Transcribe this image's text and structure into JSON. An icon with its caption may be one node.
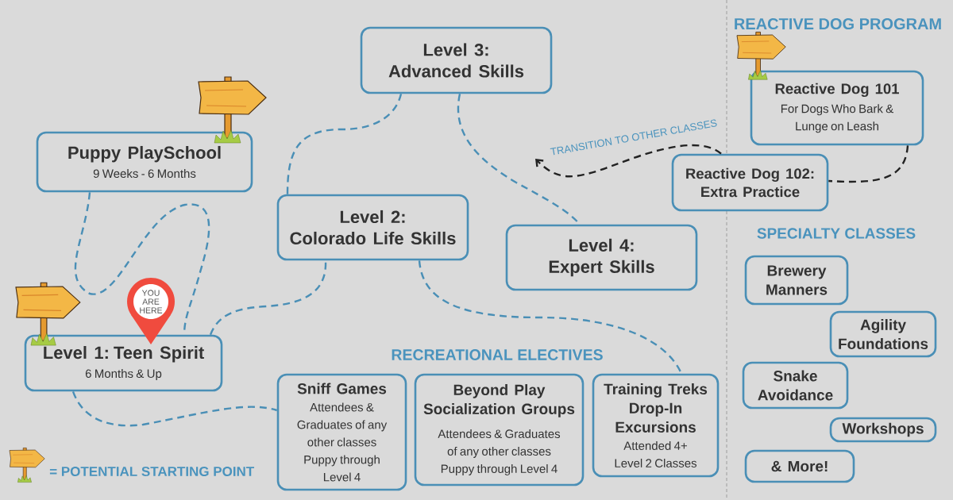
{
  "diagram": {
    "nodes": [
      {
        "text": [
          "Puppy PlaySchool",
          "9 Weeks - 6 Months"
        ]
      },
      {
        "text": [
          "YOU ARE HERE"
        ]
      },
      {
        "text": [
          "Level 1: Teen Spirit",
          "6 Months & Up"
        ]
      },
      {
        "text": [
          "Level 2:",
          "Colorado Life Skills"
        ]
      },
      {
        "text": [
          "Level 3:",
          "Advanced Skills"
        ]
      },
      {
        "text": [
          "Level 4:",
          "Expert Skills"
        ]
      },
      {
        "text": [
          "Reactive Dog 101",
          "For Dogs Who Bark & Lunge on Leash"
        ]
      },
      {
        "text": [
          "Reactive Dog 102:",
          "Extra Practice"
        ]
      },
      {
        "text": [
          "Sniff Games",
          "Attendees & Graduates of any other classes Puppy through Level 4"
        ]
      },
      {
        "text": [
          "Beyond Play Socialization Groups",
          "Attendees & Graduates of any other classes Puppy through Level 4"
        ]
      },
      {
        "text": [
          "Training Treks Drop-In Excursions",
          "Attended 4+ Level 2 Classes"
        ]
      },
      {
        "text": [
          "Brewery Manners"
        ]
      },
      {
        "text": [
          "Agility Foundations"
        ]
      },
      {
        "text": [
          "Snake Avoidance"
        ]
      },
      {
        "text": [
          "Workshops"
        ]
      },
      {
        "text": [
          "& More!"
        ]
      }
    ],
    "edges": [
      {
        "from": 0,
        "to": 2,
        "arrow": "none",
        "style": "dashed"
      },
      {
        "from": 2,
        "to": 3,
        "arrow": "none",
        "style": "dashed"
      },
      {
        "from": 3,
        "to": 4,
        "arrow": "none",
        "style": "dashed"
      },
      {
        "from": 4,
        "to": 5,
        "arrow": "none",
        "style": "dashed"
      },
      {
        "from": 3,
        "to": 10,
        "arrow": "none",
        "style": "dashed"
      },
      {
        "from": 2,
        "to": 8,
        "arrow": "none",
        "style": "dashed"
      },
      {
        "from": 6,
        "to": 7,
        "arrow": "none",
        "style": "dashed",
        "color": "#222222"
      },
      {
        "from": 7,
        "to": null,
        "arrow": "to",
        "style": "dashed",
        "color": "#222222",
        "label": "TRANSITION TO OTHER CLASSES"
      }
    ],
    "labels": [
      "REACTIVE DOG PROGRAM",
      "SPECIALTY CLASSES",
      "RECREATIONAL ELECTIVES"
    ],
    "legend": [
      {
        "text": "= POTENTIAL STARTING POINT"
      }
    ]
  }
}
